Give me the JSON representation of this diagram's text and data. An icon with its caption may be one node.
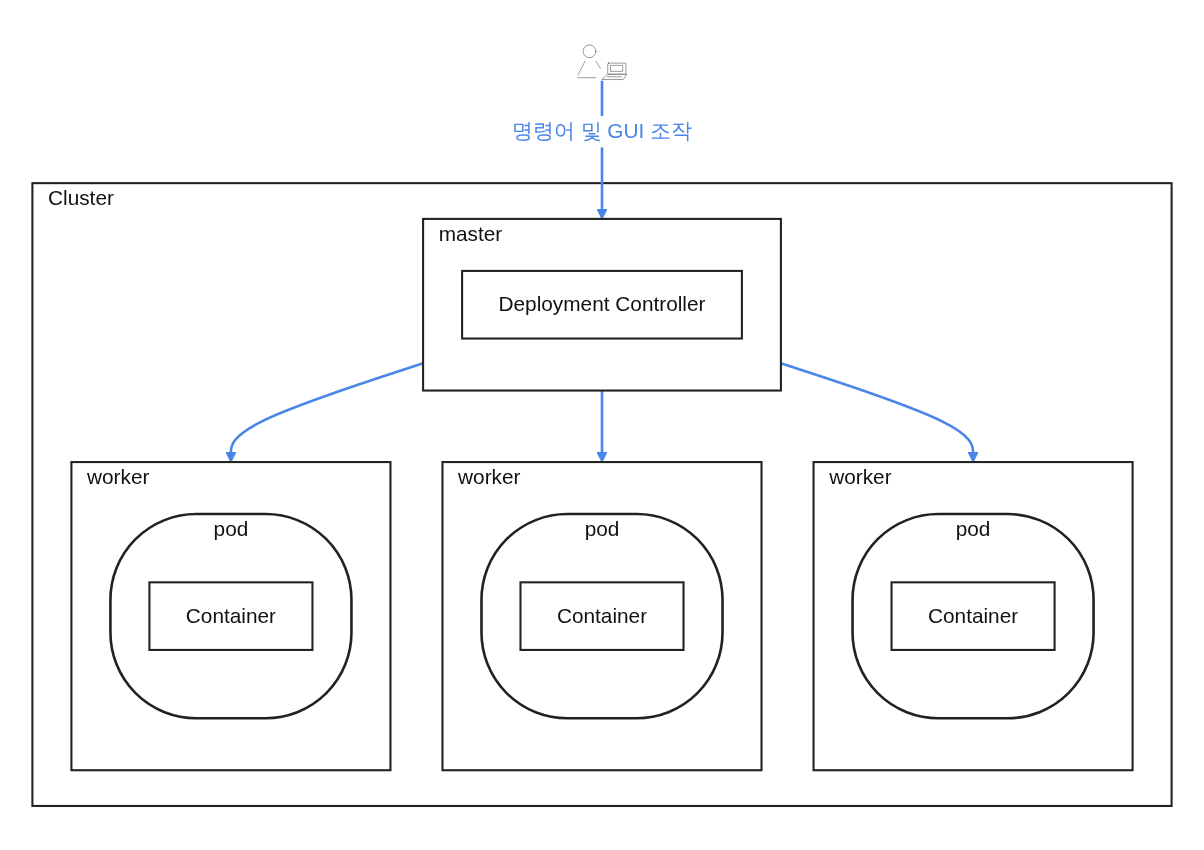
{
  "diagram": {
    "nodes": [
      {
        "text": [],
        "shape": "person"
      },
      {
        "text": [
          "Cluster"
        ]
      },
      {
        "text": [
          "master"
        ],
        "in": 1
      },
      {
        "text": [
          "Deployment Controller"
        ],
        "in": 2
      },
      {
        "text": [
          "worker"
        ],
        "in": 1
      },
      {
        "text": [
          "pod"
        ],
        "in": 4
      },
      {
        "text": [
          "Container"
        ],
        "in": 5
      },
      {
        "text": [
          "worker"
        ],
        "in": 1
      },
      {
        "text": [
          "pod"
        ],
        "in": 7
      },
      {
        "text": [
          "Container"
        ],
        "in": 8
      },
      {
        "text": [
          "worker"
        ],
        "in": 1
      },
      {
        "text": [
          "pod"
        ],
        "in": 10
      },
      {
        "text": [
          "Container"
        ],
        "in": 11
      }
    ],
    "edges": [
      {
        "from": 0,
        "to": 2,
        "label": "명령어 및 GUI 조작",
        "arrow": "to",
        "color": "#4a86e8"
      },
      {
        "from": 2,
        "to": 4,
        "arrow": "to",
        "color": "#4a86e8"
      },
      {
        "from": 2,
        "to": 7,
        "arrow": "to",
        "color": "#4a86e8"
      },
      {
        "from": 2,
        "to": 10,
        "arrow": "to",
        "color": "#4a86e8"
      }
    ]
  }
}
